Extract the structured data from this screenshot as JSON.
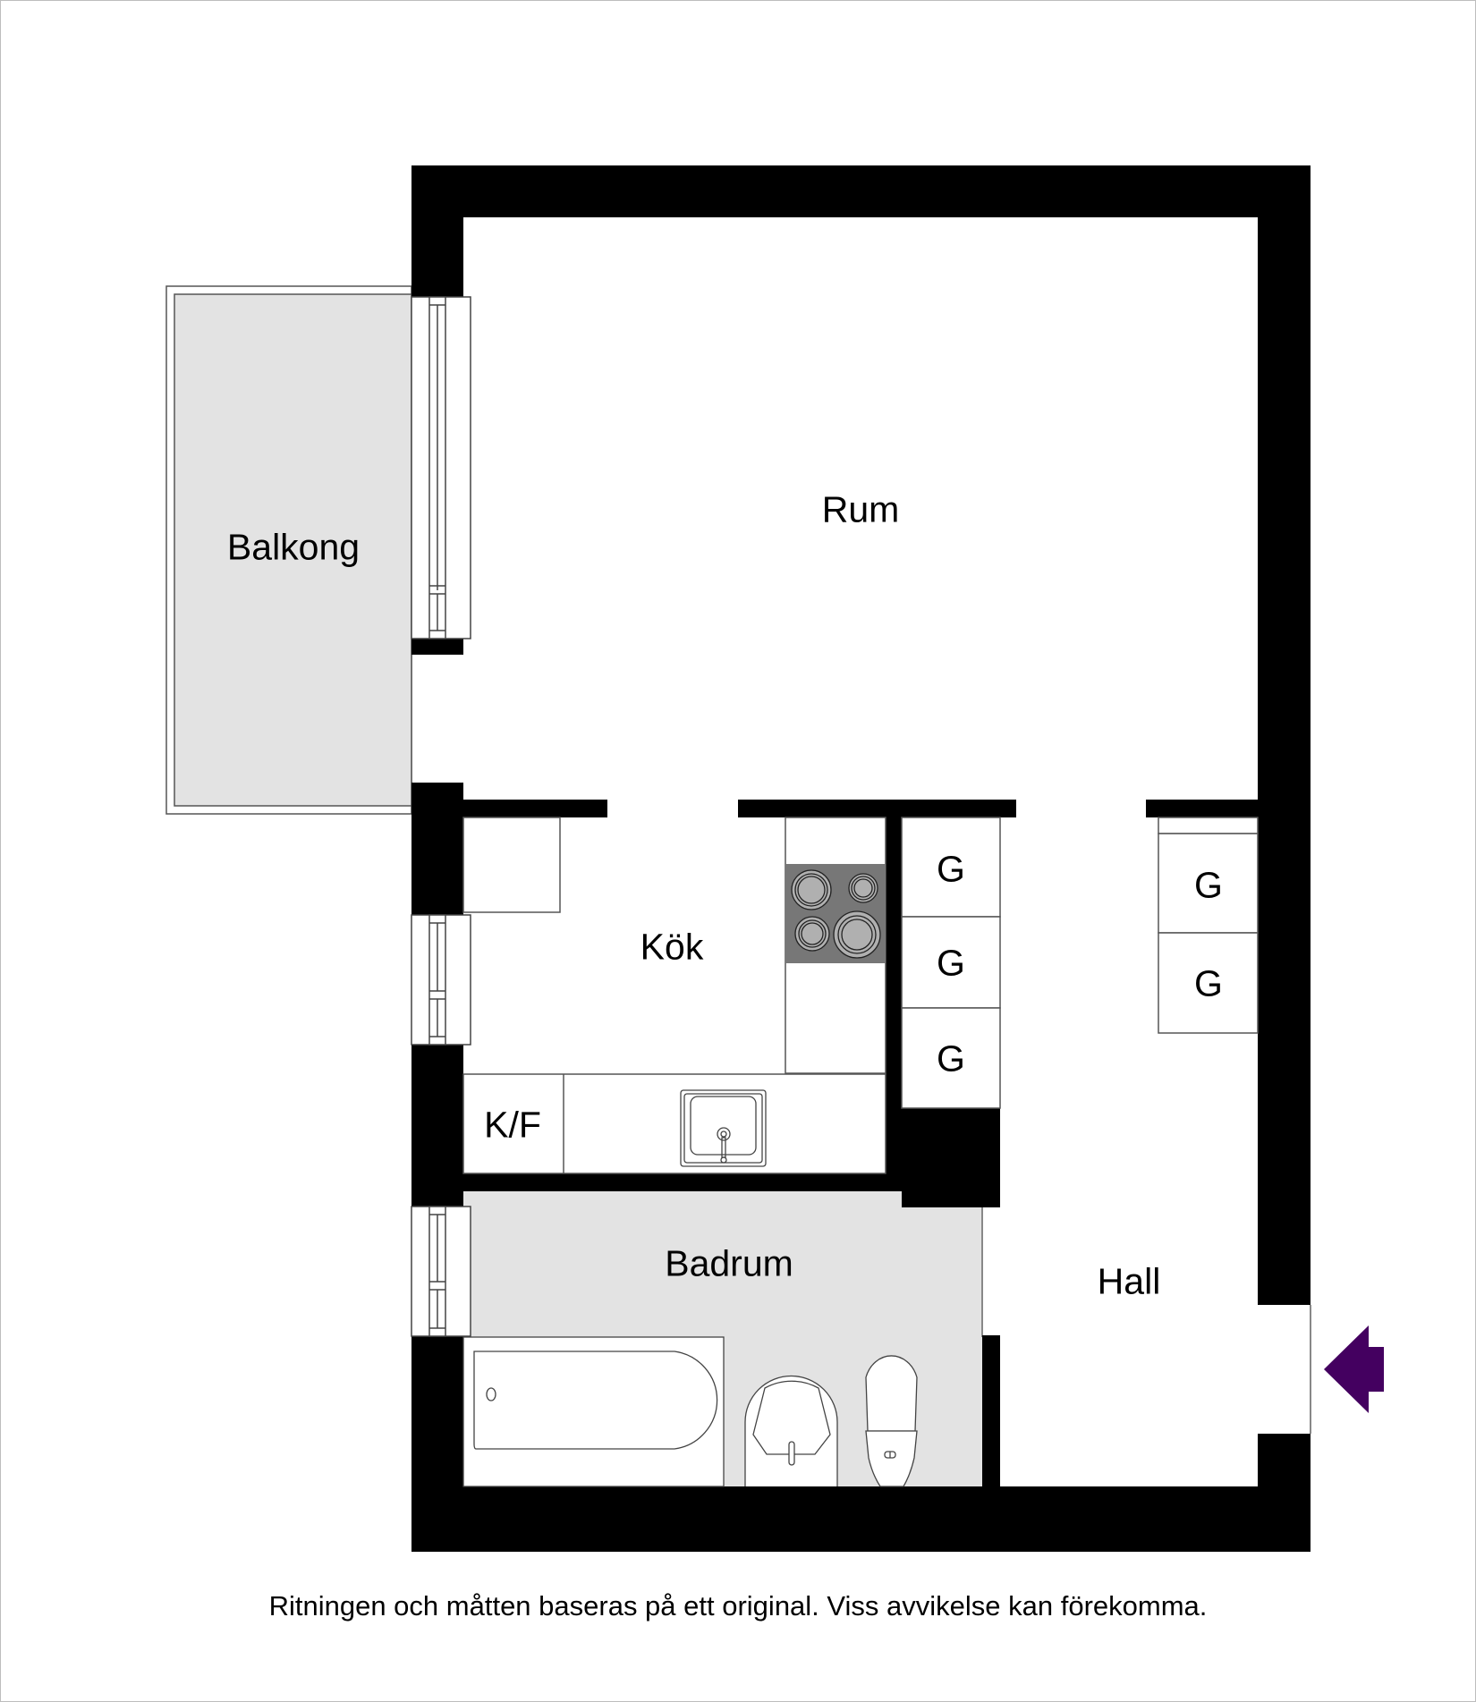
{
  "plan": {
    "rooms": {
      "rum": "Rum",
      "balkong": "Balkong",
      "kok": "Kök",
      "kf": "K/F",
      "badrum": "Badrum",
      "hall": "Hall"
    },
    "closets": [
      "G",
      "G",
      "G",
      "G",
      "G"
    ],
    "entrance_color": "#440060",
    "wall_color": "#000000",
    "wet_area_color": "#e3e3e3",
    "stove_color": "#777777"
  },
  "footer": {
    "disclaimer": "Ritningen och måtten baseras på ett original. Viss avvikelse kan förekomma."
  }
}
